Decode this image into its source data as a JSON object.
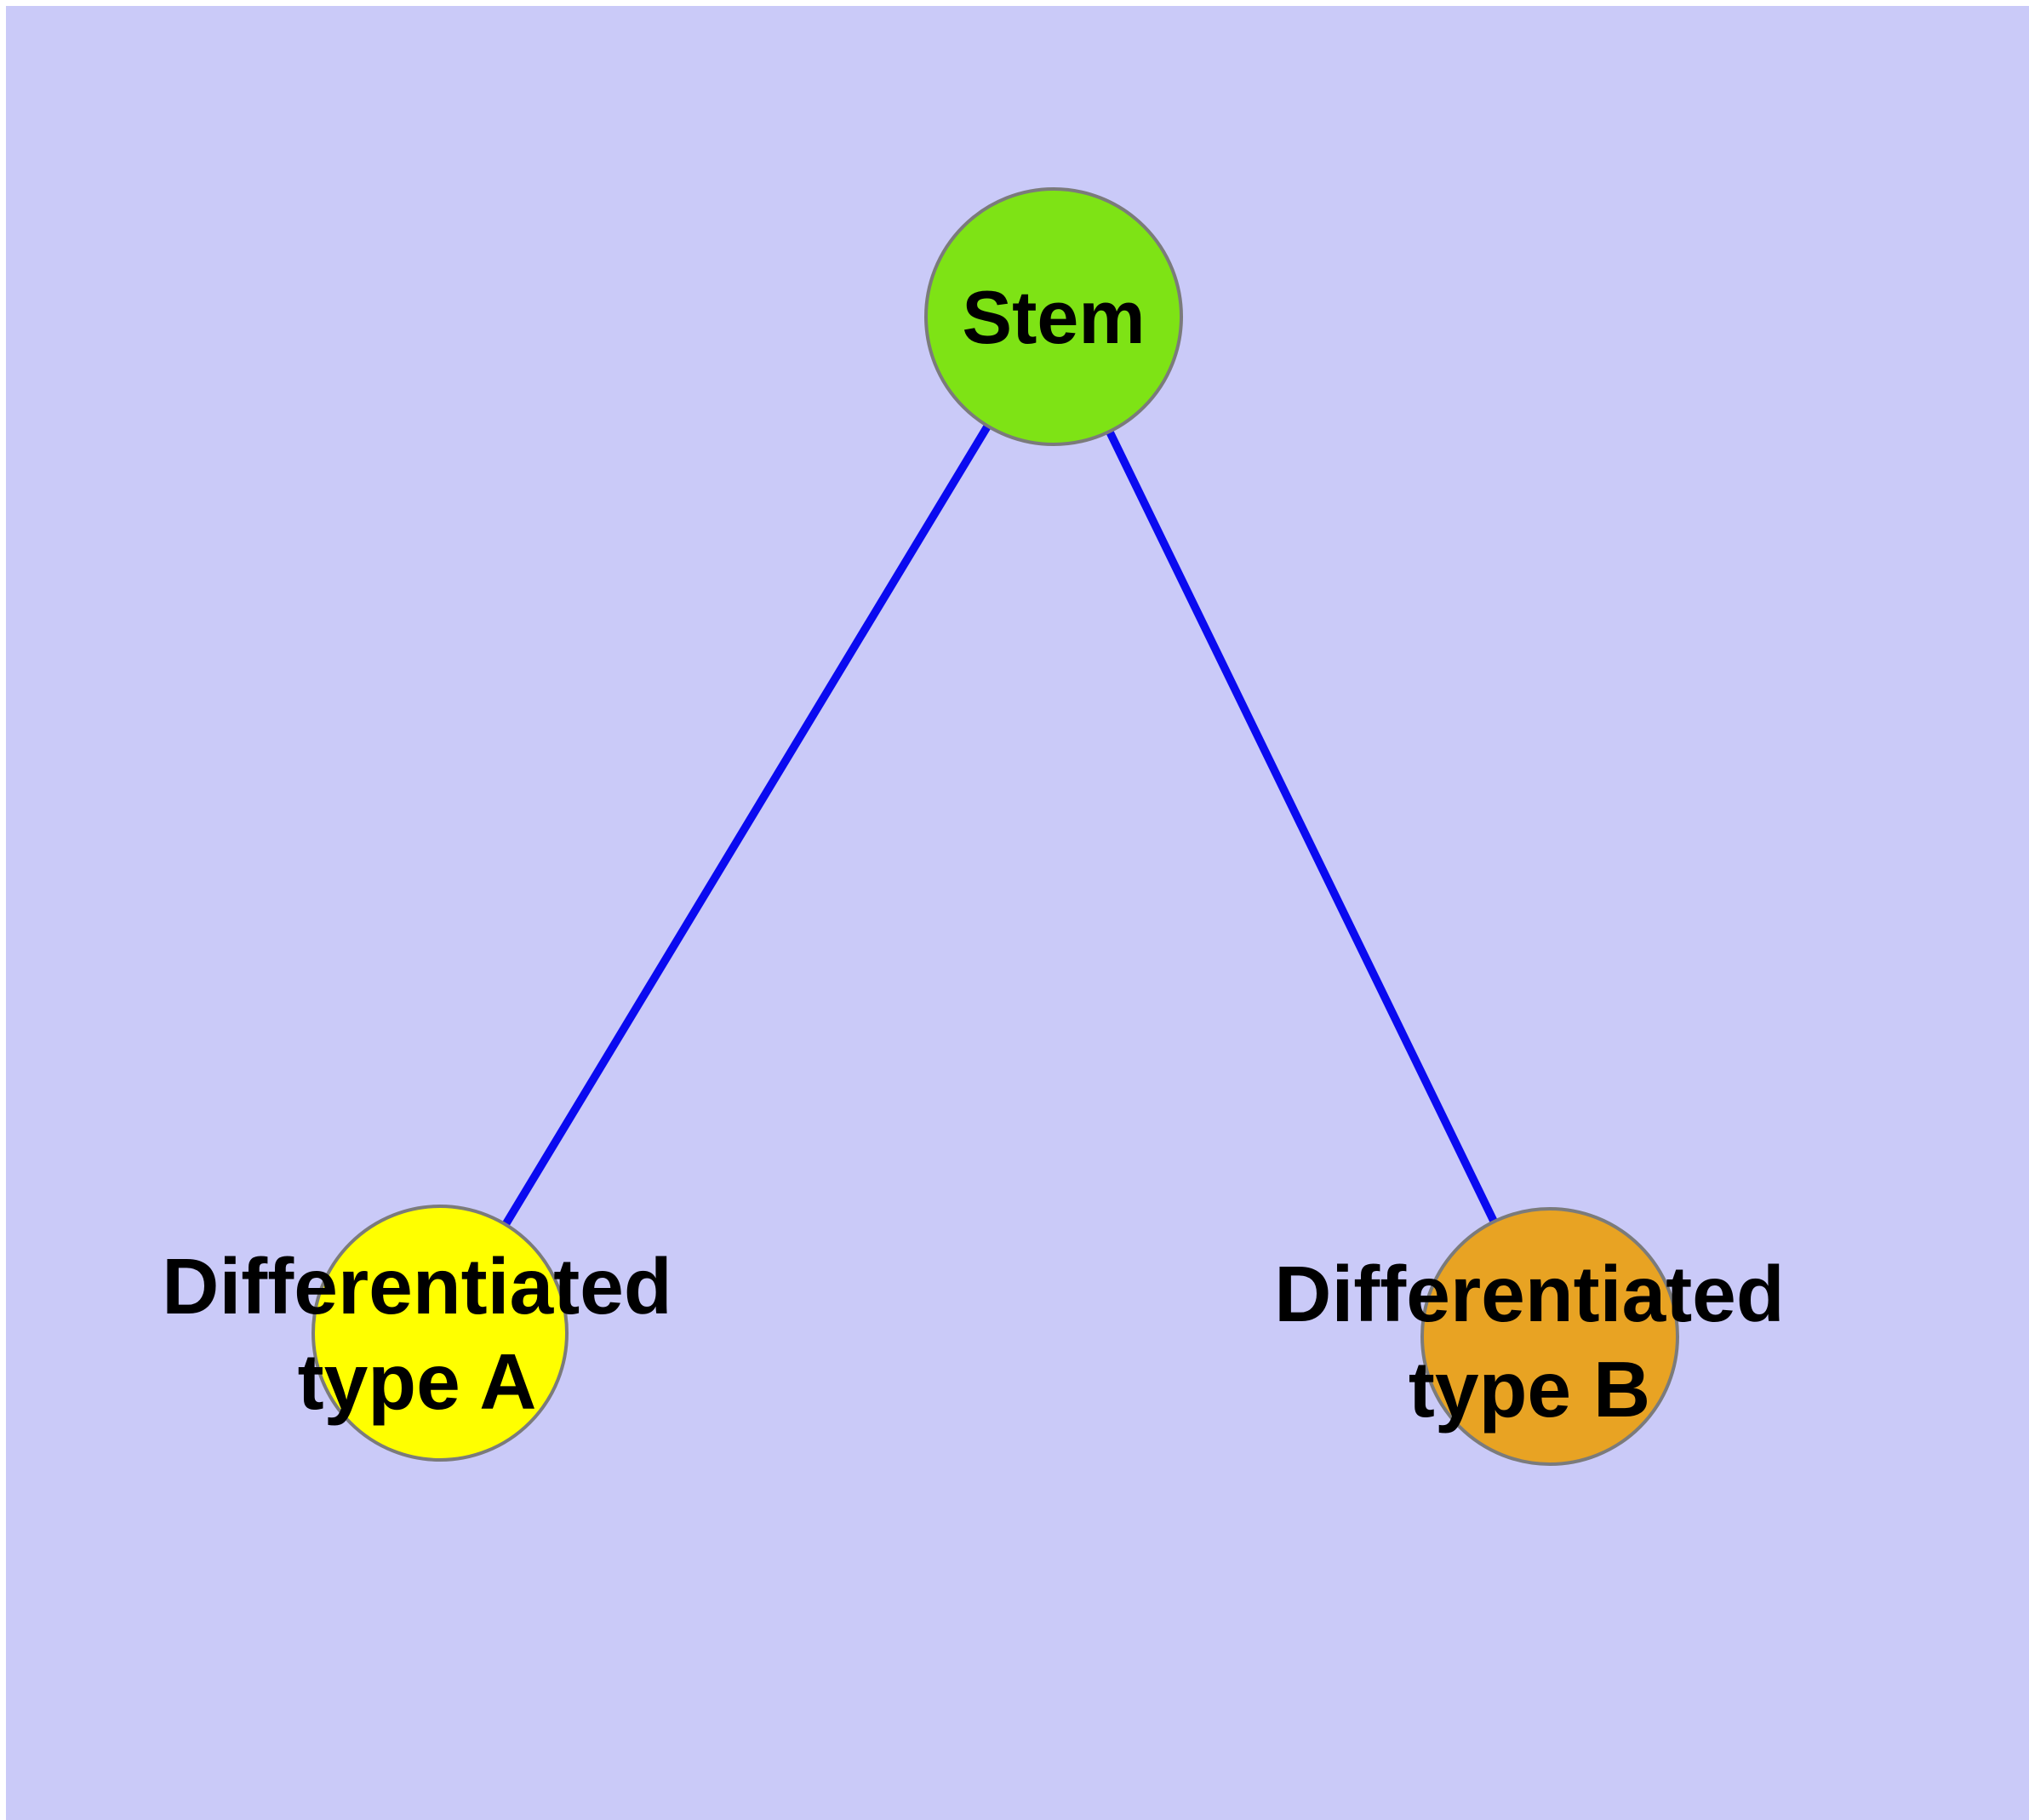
{
  "diagram": {
    "background_color": "#CACAF8",
    "page_margin_color": "#FFFFFF",
    "nodes": [
      {
        "id": "stem",
        "label": "Stem",
        "fill": "#7EE315",
        "border_color": "#7B7B7B"
      },
      {
        "id": "differentiated-type-a",
        "label": "Differentiated\ntype A",
        "fill": "#FFFF00",
        "border_color": "#7B7B7B"
      },
      {
        "id": "differentiated-type-b",
        "label": "Differentiated\ntype B",
        "fill": "#E8A323",
        "border_color": "#7B7B7B"
      }
    ],
    "edges": [
      {
        "from": "stem",
        "to": "differentiated-type-a",
        "color": "#0A0AF0"
      },
      {
        "from": "stem",
        "to": "differentiated-type-b",
        "color": "#0A0AF0"
      }
    ]
  }
}
